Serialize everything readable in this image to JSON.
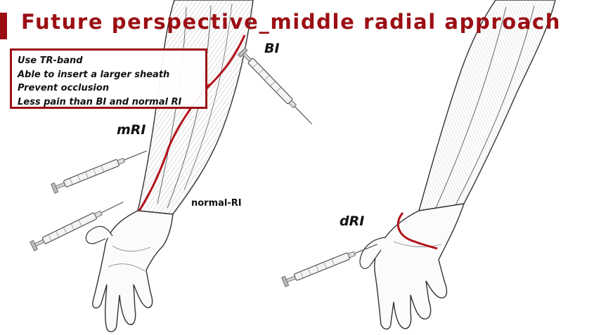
{
  "title": "Future perspective_middle radial approach",
  "notes": [
    "Use TR-band",
    "Able to insert a larger sheath",
    "Prevent occlusion",
    "Less pain than BI and normal RI"
  ],
  "labels": {
    "bi": "BI",
    "mri": "mRI",
    "normal_ri": "normal-RI",
    "dri": "dRI"
  },
  "colors": {
    "accent": "#9b0f14",
    "artery": "#b3121a",
    "ink": "#111111"
  },
  "icons": [
    "forearm-illustration",
    "hand-illustration",
    "syringe-icon",
    "artery-path"
  ]
}
